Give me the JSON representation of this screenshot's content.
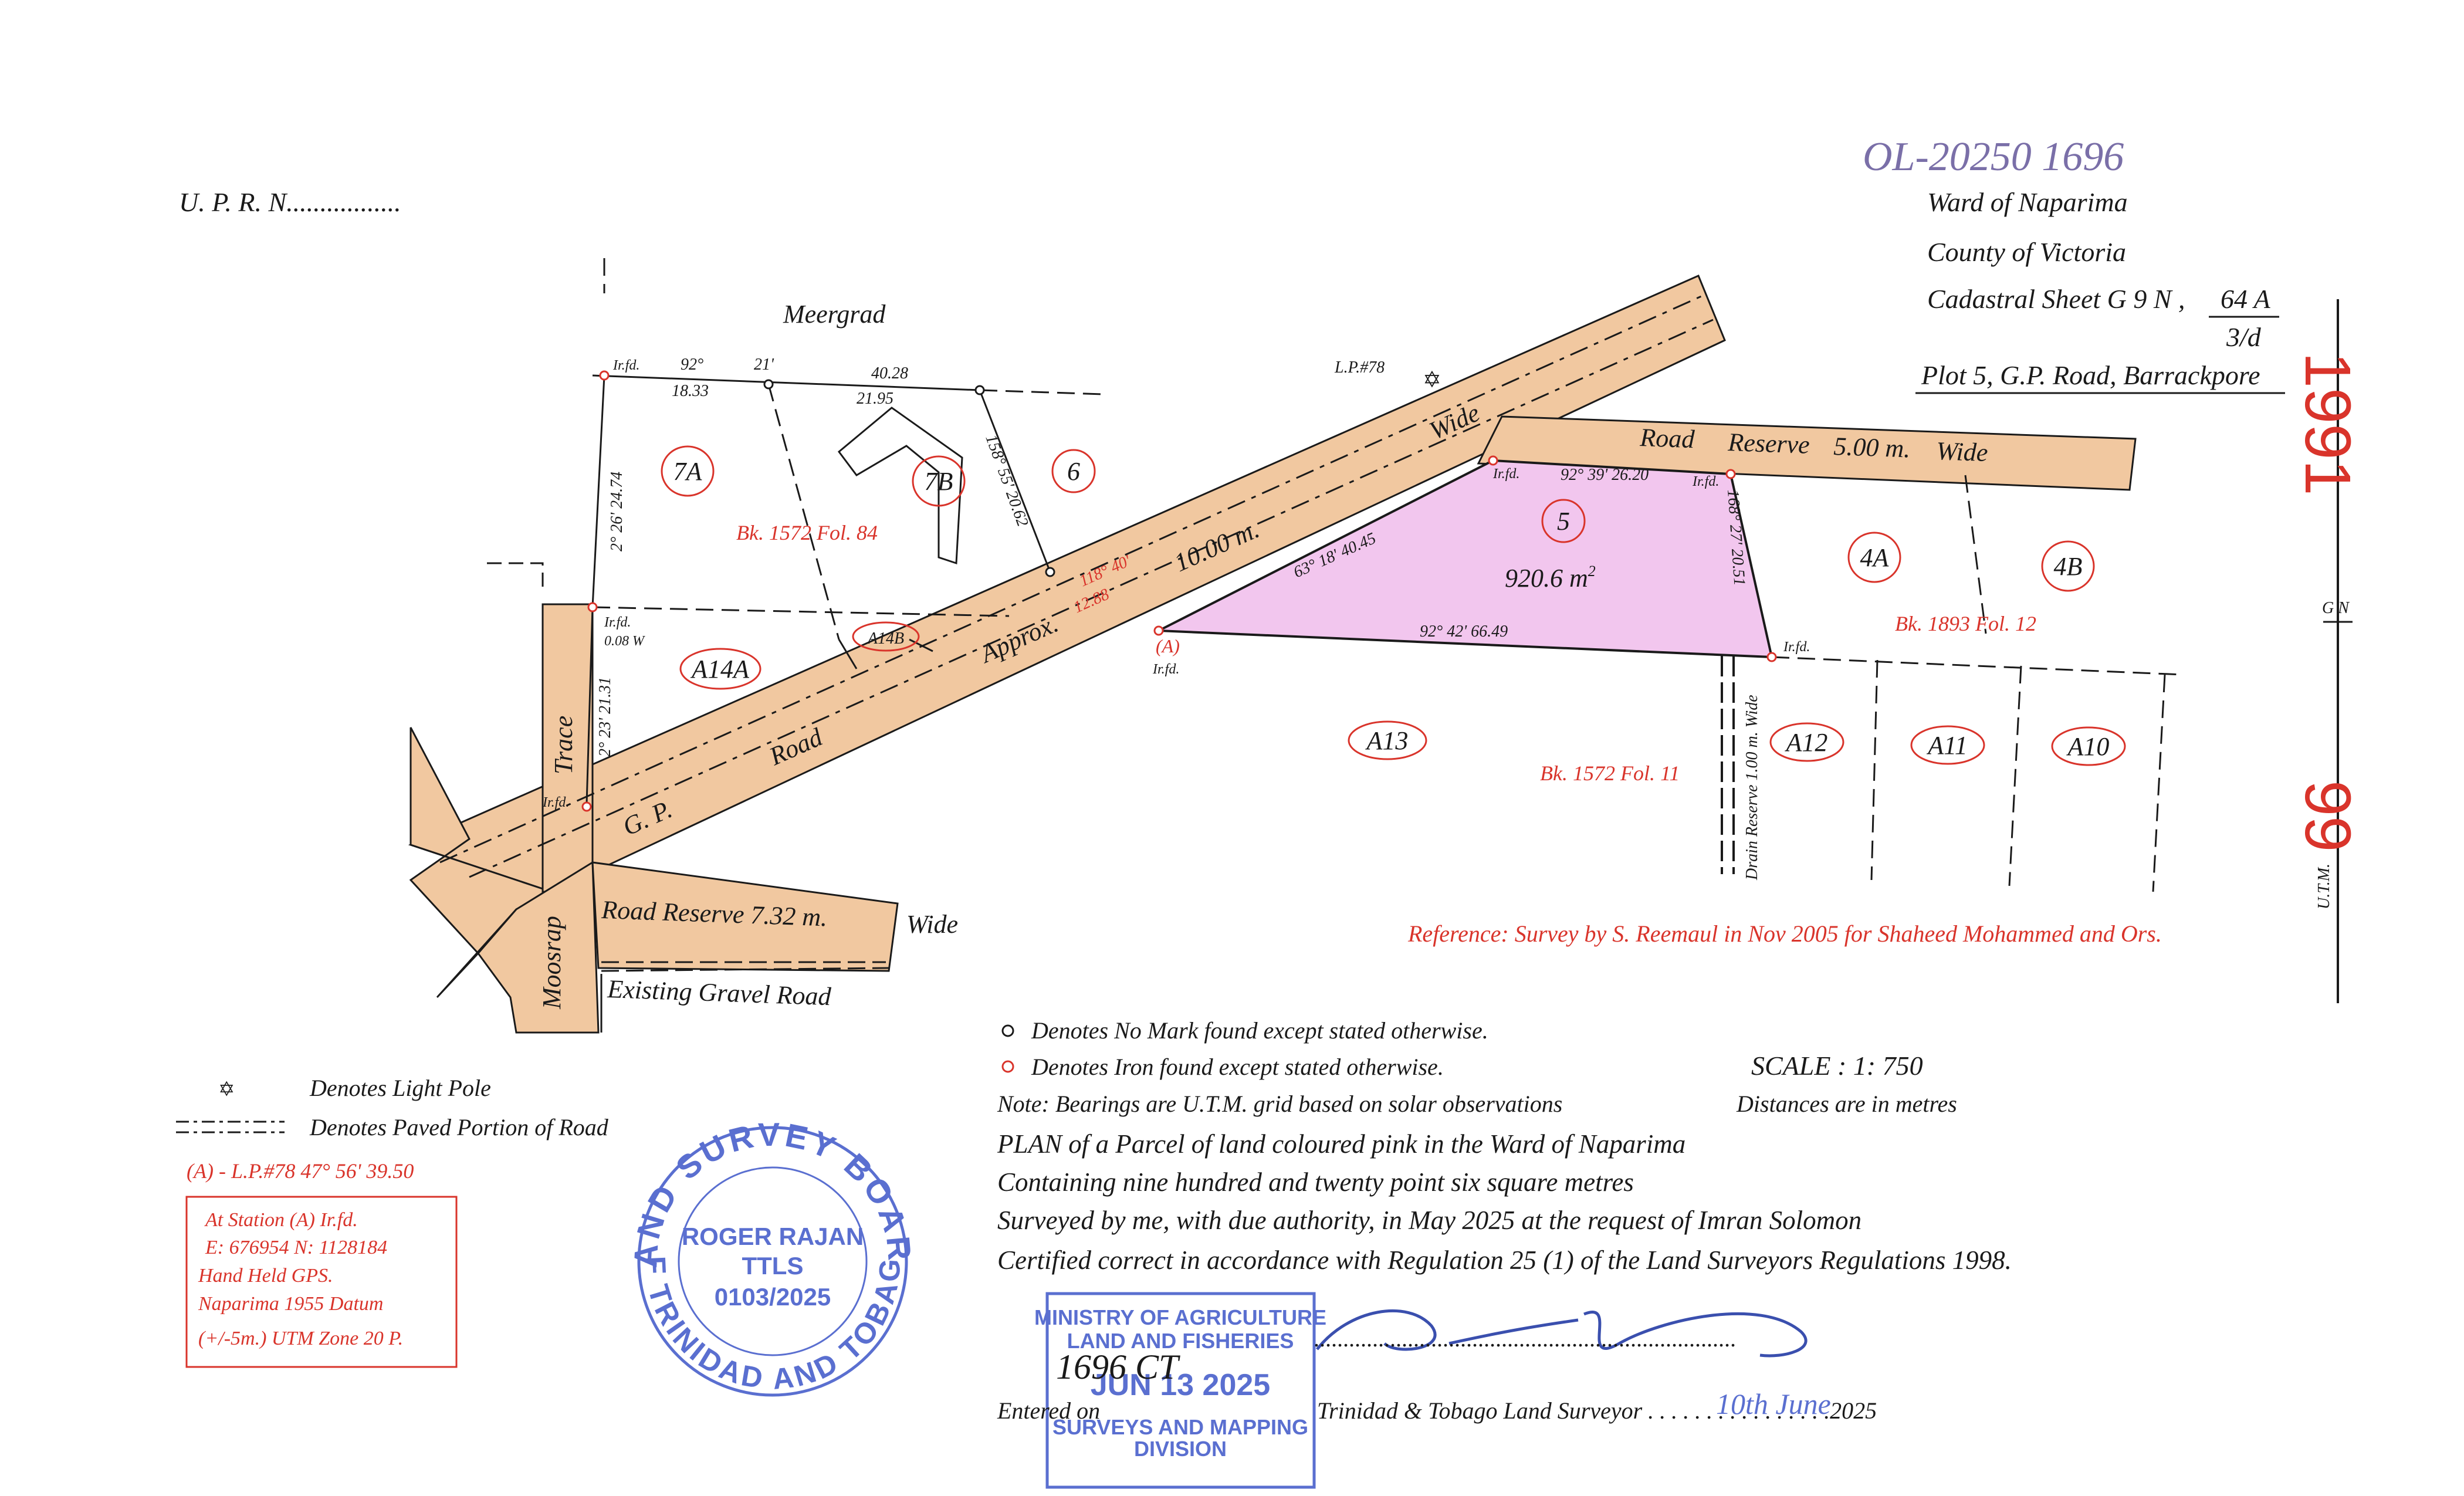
{
  "header": {
    "uprn": "U. P. R. N.................",
    "handwritten_ref": "OL-20250 1696",
    "ward": "Ward of Naparima",
    "county": "County of Victoria",
    "cadastral": "Cadastral Sheet  G 9 N ,",
    "cadastral_num": "64 A",
    "cadastral_den": "3/d",
    "plot": "Plot 5, G.P. Road, Barrackpore"
  },
  "plan": {
    "meergrad": "Meergrad",
    "lp78": "L.P.#78",
    "parcel_num": "5",
    "parcel_area": "920.6 m",
    "parcel_area_sup": "2",
    "gp_road_g": "G. P.",
    "gp_road_road": "Road",
    "gp_road_approx": "Approx.",
    "gp_road_width": "10.00 m.",
    "gp_road_wide": "Wide",
    "road_reserve_5_road": "Road",
    "road_reserve_5_reserve": "Reserve",
    "road_reserve_5_width": "5.00 m.",
    "road_reserve_5_wide": "Wide",
    "road_reserve_732": "Road  Reserve  7.32  m.",
    "road_reserve_732_wide": "Wide",
    "gravel_road": "Existing Gravel  Road",
    "trace": "Trace",
    "moosrap": "Moosrap",
    "drain": "Drain Reserve 1.00 m. Wide",
    "lots": [
      "7A",
      "7B",
      "6",
      "A14A",
      "A14B",
      "A13",
      "4A",
      "4B",
      "A12",
      "A11",
      "A10"
    ],
    "bk_1572_84": "Bk. 1572 Fol. 84",
    "bk_1893_12": "Bk. 1893 Fol. 12",
    "bk_1572_11": "Bk. 1572  Fol. 11",
    "irfd": "Ir.fd.",
    "point_a": "(A)",
    "b_92": "92°",
    "b_21": "21'",
    "b_18": "18.33",
    "b_4028": "40.28",
    "b_2195": "21.95",
    "b_158": "158° 55' 20.62",
    "b_2_26": "2° 26' 24.74",
    "b_008": "0.08 W",
    "b_2_23": "2°  23' 21.31",
    "b_118": "118° 40'",
    "b_1288": "12.88",
    "b_63": "63°   18'   40.45",
    "b_top": "92° 39'  26.20",
    "b_right": "168° 27' 20.51",
    "b_bottom": "92° 42' 66.49",
    "reference": "Reference: Survey by S. Reemaul in Nov 2005 for Shaheed Mohammed and Ors.",
    "gn": "G N",
    "utm": "U.T.M.",
    "hand_1991": "1991",
    "hand_99": "99"
  },
  "legend": {
    "light_pole": "Denotes Light Pole",
    "paved": "Denotes Paved Portion of Road",
    "a_lp": "(A)  - L.P.#78  47° 56'  39.50",
    "no_mark": "Denotes No Mark found except stated otherwise.",
    "iron": "Denotes Iron found except stated otherwise.",
    "scale": "SCALE : 1: 750",
    "note": "Note: Bearings are U.T.M. grid based on solar observations",
    "distances": "Distances are in metres"
  },
  "station": [
    "At Station  (A)  Ir.fd.",
    "E: 676954   N: 1128184",
    "Hand Held GPS.",
    "Naparima 1955 Datum",
    "(+/-5m.) UTM  Zone  20 P."
  ],
  "certification": [
    "PLAN of a Parcel of land coloured pink in the Ward of Naparima",
    "Containing nine hundred and twenty point six square metres",
    "Surveyed by me, with due authority, in May 2025 at the request of Imran Solomon",
    "Certified correct in accordance with Regulation 25 (1) of the Land Surveyors Regulations 1998."
  ],
  "signature": {
    "dots": "........................................................................",
    "entered_on": "Entered on",
    "surveyor_label": "Trinidad & Tobago  Land Surveyor . . . . . . . . . . . . . . . .2025",
    "handwritten_date": "10th June",
    "handwritten_1696": "1696 CT"
  },
  "seal": {
    "top_text": "LAND SURVEY BOARD",
    "bottom_text": "OF TRINIDAD AND TOBAGO",
    "name": "ROGER RAJAN",
    "title": "TTLS",
    "number": "0103/2025"
  },
  "stamp": {
    "line1": "MINISTRY OF AGRICULTURE",
    "line2": "LAND AND FISHERIES",
    "date": "JUN 13 2025",
    "line3": "SURVEYS AND MAPPING",
    "line4": "DIVISION"
  },
  "colors": {
    "road": "#f1c8a0",
    "parcel": "#f2c6ee",
    "red": "#d9342b",
    "stamp_blue": "#5a6fd0",
    "hand_ink": "#7a6fa8"
  }
}
